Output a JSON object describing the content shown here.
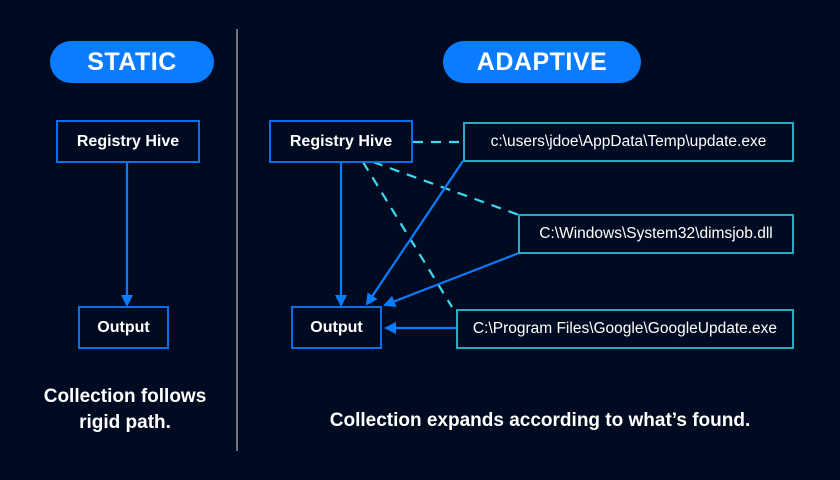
{
  "colors": {
    "background": "#000b22",
    "accent": "#0a7cff",
    "primary_border": "#0a6fe8",
    "artifact_border": "#2aa8c4",
    "solid_arrow": "#0a7cff",
    "dashed_link": "#3ed8f0",
    "divider": "#6d7485"
  },
  "static_panel": {
    "badge": "STATIC",
    "nodes": {
      "source": "Registry Hive",
      "output": "Output"
    },
    "caption_lines": [
      "Collection follows",
      "rigid path."
    ]
  },
  "adaptive_panel": {
    "badge": "ADAPTIVE",
    "nodes": {
      "source": "Registry Hive",
      "output": "Output",
      "artifacts": [
        "c:\\users\\jdoe\\AppData\\Temp\\update.exe",
        "C:\\Windows\\System32\\dimsjob.dll",
        "C:\\Program Files\\Google\\GoogleUpdate.exe"
      ]
    },
    "caption": "Collection expands according to what’s found."
  }
}
